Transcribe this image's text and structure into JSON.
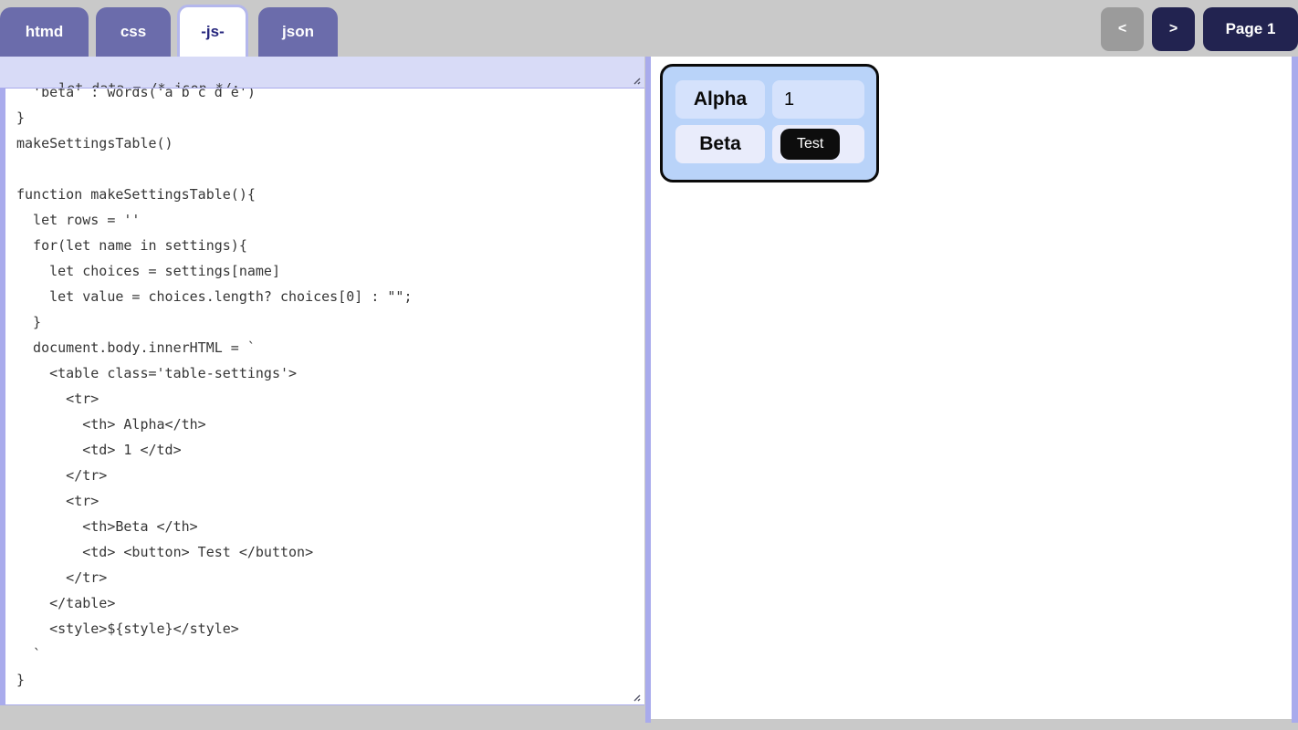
{
  "tabs": [
    {
      "label": "htmd",
      "active": false
    },
    {
      "label": "css",
      "active": false
    },
    {
      "label": "-js-",
      "active": true
    },
    {
      "label": "json",
      "active": false
    }
  ],
  "nav": {
    "prev_label": "<",
    "next_label": ">",
    "page_label": "Page 1"
  },
  "editor": {
    "data_line": "let data = /* json */;",
    "code": "  'beta' : words('a b c d e')\n}\nmakeSettingsTable()\n\nfunction makeSettingsTable(){\n  let rows = ''\n  for(let name in settings){\n    let choices = settings[name]\n    let value = choices.length? choices[0] : \"\";\n  }\n  document.body.innerHTML = `\n    <table class='table-settings'>\n      <tr>\n        <th> Alpha</th>\n        <td> 1 </td>\n      </tr>\n      <tr>\n        <th>Beta </th>\n        <td> <button> Test </button>\n      </tr>\n    </table>\n    <style>${style}</style>\n  `\n}"
  },
  "preview": {
    "rows": [
      {
        "header": "Alpha",
        "value": "1",
        "value_type": "text"
      },
      {
        "header": "Beta",
        "value": "Test",
        "value_type": "button"
      }
    ]
  },
  "icons": {
    "resize_grip": "diagonal-resize-lines"
  },
  "colors": {
    "page_background": "#c9c9c9",
    "tab_inactive": "#6b6cab",
    "tab_active_text": "#26267d",
    "tab_active_border": "#b4b7ec",
    "nav_button_navy": "#222350",
    "nav_button_gray": "#9b9b9b",
    "pane_frame_periwinkle": "#a9abec",
    "data_editor_background": "#d8dbf7",
    "code_text": "#363636",
    "table_card_background": "#b9d3f9",
    "table_row1_cell": "#d5e2fc",
    "table_row2_cell": "#e9ecfb",
    "test_button_background": "#0d0d0d"
  }
}
